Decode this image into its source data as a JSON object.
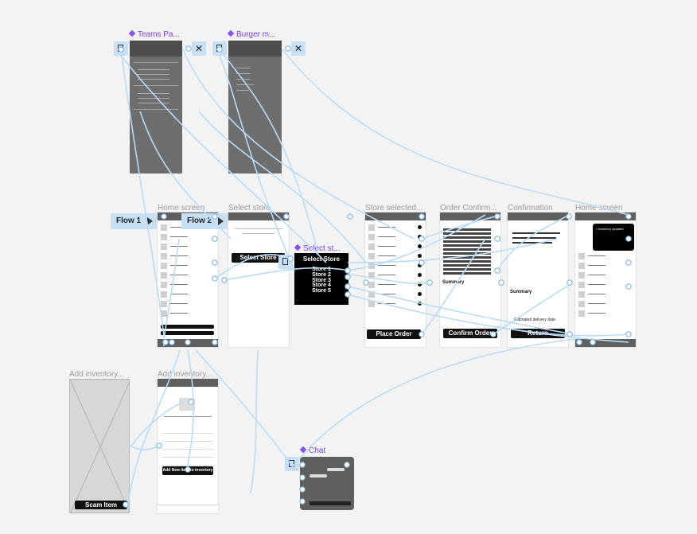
{
  "frames": {
    "teams_panel": "Teams Pa...",
    "burger_menu": "Burger m...",
    "home_screen": "Home screen",
    "select_store": "Select store",
    "select_store_component": "Select st...",
    "store_selected": "Store selected...",
    "order_confirm": "Order Confirm...",
    "confirmation": "Confirmation",
    "home_screen_updated": "Home screen",
    "add_inventory_1": "Add inventory...",
    "add_inventory_2": "Add inventory...",
    "chat": "Chat"
  },
  "flows": {
    "flow1": "Flow 1",
    "flow2": "Flow 2"
  },
  "buttons": {
    "select_store": "Select Store",
    "place_order": "Place Order",
    "confirm_order": "Confirm Order",
    "return": "Return",
    "add_new_item": "Add New item to inventory",
    "scan_item": "Scam Item"
  },
  "select_store_box": {
    "title": "Select Store",
    "stores": [
      "Store 1",
      "Store 2",
      "Store 3",
      "Store 4",
      "Store 5"
    ]
  },
  "texts": {
    "summary": "Summary",
    "summary2": "Summary",
    "estimated_delivery": "Estimated delivery date",
    "inventory_updated": "• Inventory updated"
  },
  "icons": {
    "component": "component-diamond-icon",
    "close": "close-icon",
    "frame_link": "frame-link-icon",
    "play": "play-icon"
  },
  "colors": {
    "background": "#f3f3f3",
    "wire": "#b9dcf7",
    "component": "#7b3fe4",
    "tag": "#c8e0f4"
  }
}
